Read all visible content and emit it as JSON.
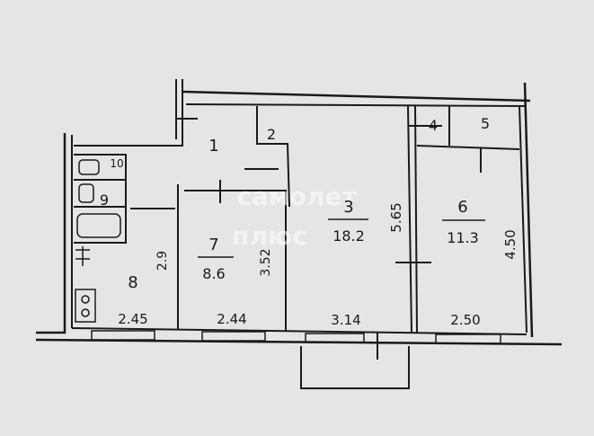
{
  "plan": {
    "rooms": [
      {
        "id": "1",
        "area": ""
      },
      {
        "id": "2",
        "area": ""
      },
      {
        "id": "3",
        "area": "18.2"
      },
      {
        "id": "4",
        "area": ""
      },
      {
        "id": "5",
        "area": ""
      },
      {
        "id": "6",
        "area": "11.3"
      },
      {
        "id": "7",
        "area": "8.6"
      },
      {
        "id": "8",
        "area": ""
      },
      {
        "id": "9",
        "area": ""
      },
      {
        "id": "10",
        "area": ""
      }
    ],
    "dimensions": {
      "bottom": [
        "2.45",
        "2.44",
        "3.14",
        "2.50"
      ],
      "room8_depth": "2.9",
      "room7_depth": "3.52",
      "room3_depth": "5.65",
      "room6_depth": "4.50"
    },
    "watermark": {
      "line1": "самолет",
      "line2": "плюс"
    },
    "colors": {
      "paper": "#e4e6e5",
      "ink": "#1a1a1a"
    }
  }
}
